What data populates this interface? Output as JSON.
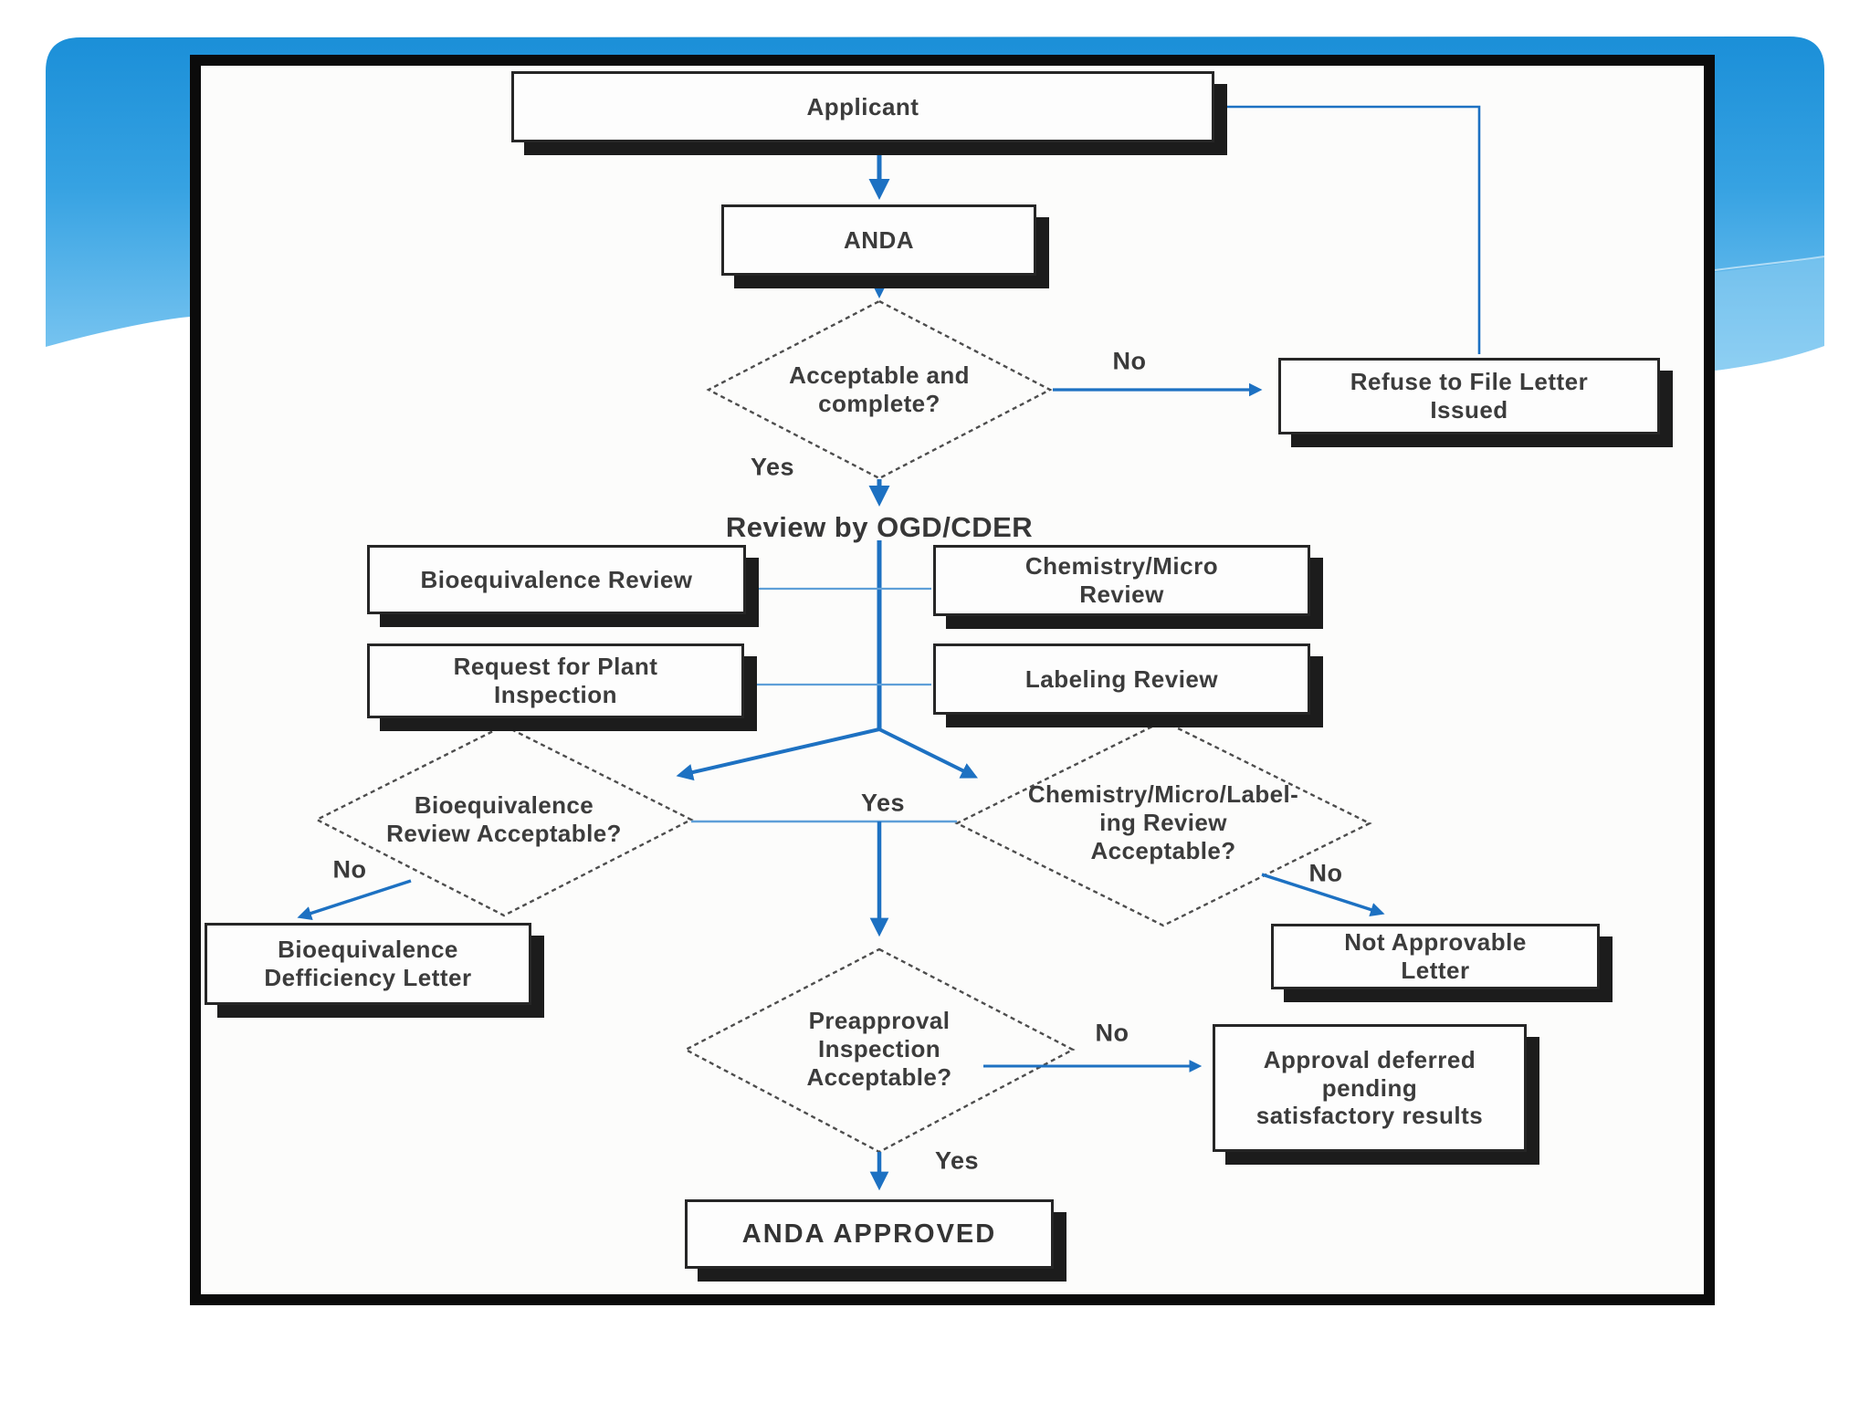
{
  "slide": {
    "background": "#ffffff",
    "ribbon_blue_top": "#1b8fd8",
    "ribbon_blue_bottom": "#7fc8f2",
    "frame_border": "#0b0b0b"
  },
  "flowchart": {
    "review_header": "Review by OGD/CDER",
    "edge_labels": {
      "yes": "Yes",
      "no": "No"
    },
    "colors": {
      "arrow_blue": "#1d71c2",
      "connector_blue": "#5e9fd8",
      "diamond_stroke": "#4d4d4d",
      "box_shadow": "#1c1c1c"
    },
    "nodes": {
      "applicant": {
        "label": "Applicant"
      },
      "anda": {
        "label": "ANDA"
      },
      "refuse": {
        "label": "Refuse to File Letter\nIssued"
      },
      "bio_review": {
        "label": "Bioequivalence Review"
      },
      "chem_review": {
        "label": "Chemistry/Micro\nReview"
      },
      "plant_inspection": {
        "label": "Request for Plant\nInspection"
      },
      "labeling_review": {
        "label": "Labeling Review"
      },
      "bio_deficiency": {
        "label": "Bioequivalence\nDefficiency Letter"
      },
      "not_approvable": {
        "label": "Not Approvable\nLetter"
      },
      "approval_deferred": {
        "label": "Approval deferred\npending\nsatisfactory results"
      },
      "anda_approved": {
        "label": "ANDA APPROVED"
      }
    },
    "decisions": {
      "acceptable": {
        "label": "Acceptable and\ncomplete?"
      },
      "bio_acceptable": {
        "label": "Bioequivalence\nReview Acceptable?"
      },
      "chem_acceptable": {
        "label": "Chemistry/Micro/Label-\ning Review\nAcceptable?"
      },
      "preapproval": {
        "label": "Preapproval\nInspection\nAcceptable?"
      }
    }
  }
}
